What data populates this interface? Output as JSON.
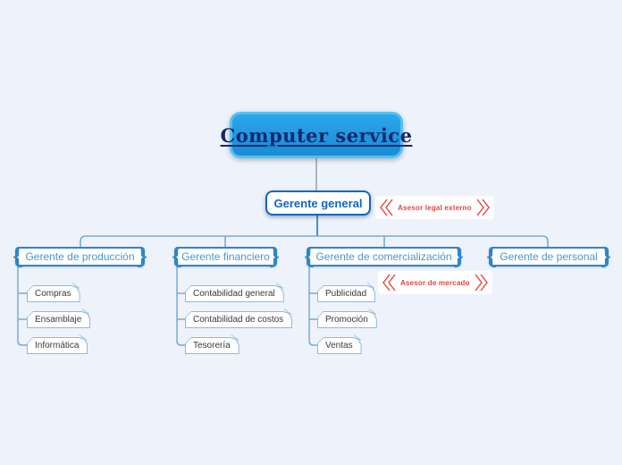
{
  "title": "Computer service",
  "root": {
    "label": "Gerente general"
  },
  "advisors": [
    {
      "label": "Asesor legal externo"
    },
    {
      "label": "Asesor de mercado"
    }
  ],
  "managers": [
    {
      "label": "Gerente de producción",
      "items": [
        "Compras",
        "Ensamblaje",
        "Informática"
      ]
    },
    {
      "label": "Gerente financiero",
      "items": [
        "Contabilidad general",
        "Contabilidad de costos",
        "Tesorería"
      ]
    },
    {
      "label": "Gerente de comercialización",
      "items": [
        "Publicidad",
        "Promoción",
        "Ventas"
      ]
    },
    {
      "label": "Gerente de personal",
      "items": []
    }
  ],
  "colors": {
    "background": "#eef2fa",
    "title_fill": "#1f97e0",
    "title_border": "#55c1f0",
    "title_text": "#14286e",
    "root_accent": "#1266c4",
    "manager_border": "#2e86c8",
    "manager_text": "#4d94cc",
    "item_border": "#8fb9da",
    "item_text": "#3a3a3a",
    "connector_blue": "#7aa9d4",
    "connector_gray": "#9aa0a6",
    "advisor_red": "#e8433c"
  }
}
